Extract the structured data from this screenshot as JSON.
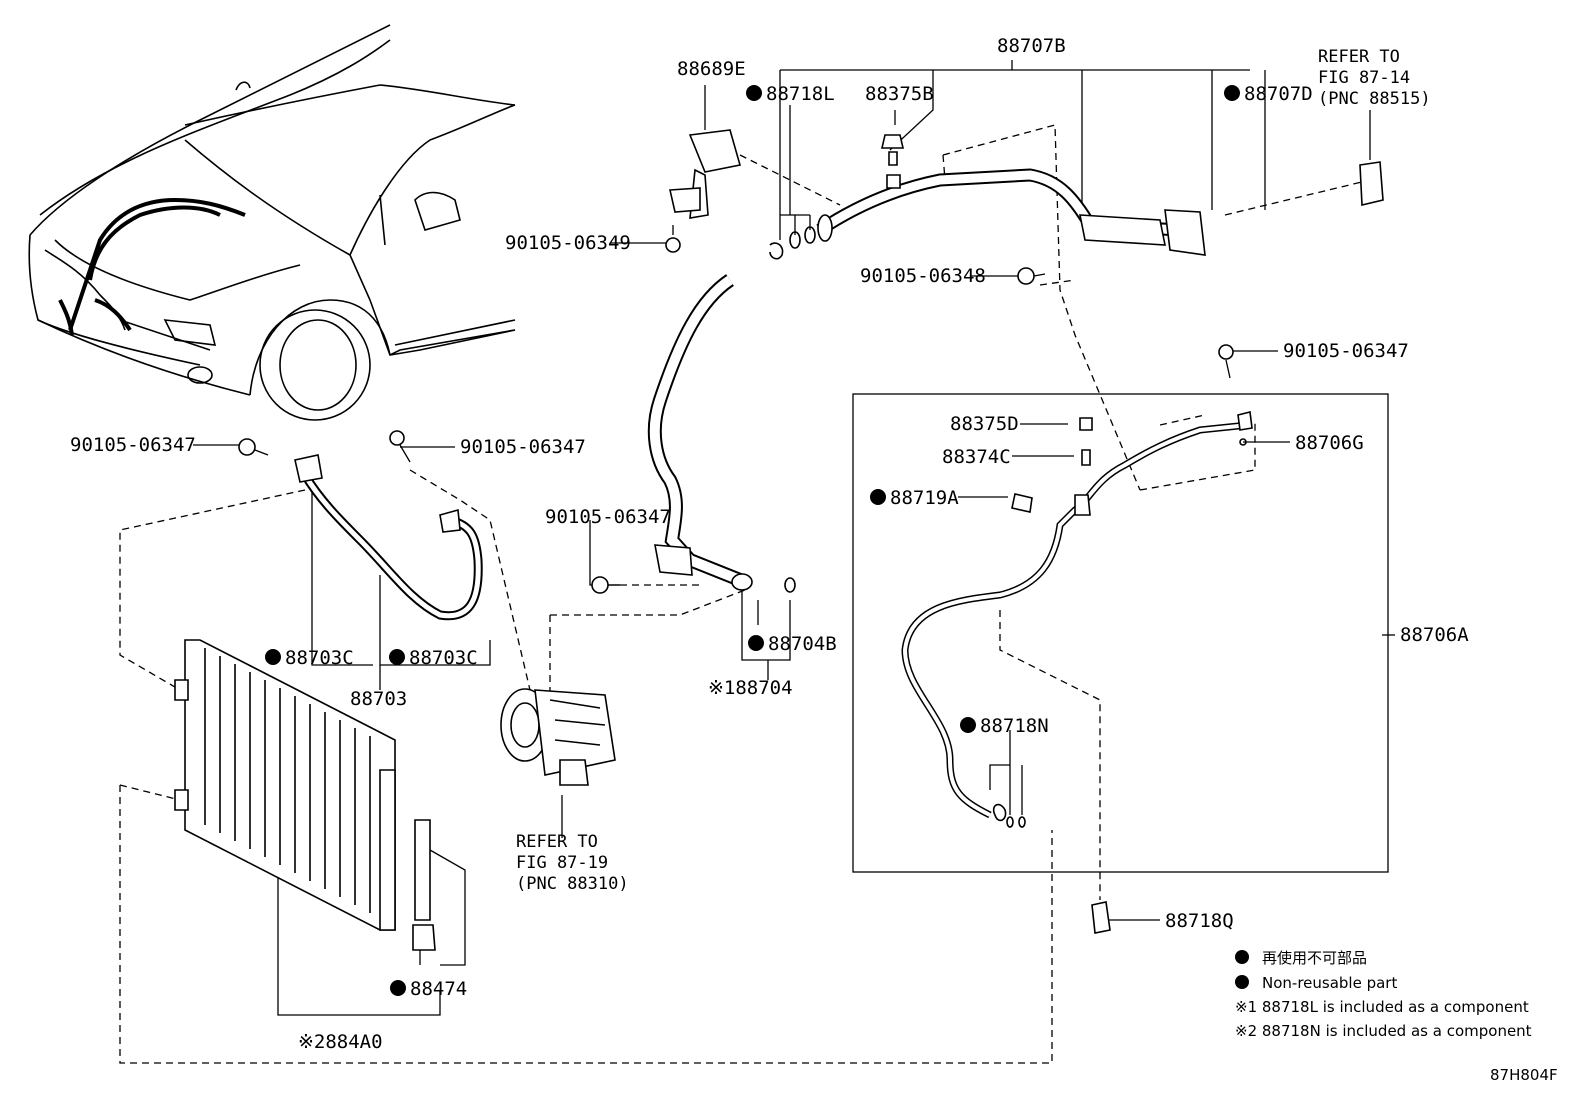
{
  "labels": {
    "l_88707B": "88707B",
    "l_88689E": "88689E",
    "l_88718L": "88718L",
    "l_88375B": "88375B",
    "l_88707D": "88707D",
    "l_refer_fig_87_14": "REFER TO\nFIG 87-14\n(PNC 88515)",
    "l_90105_06349": "90105-06349",
    "l_90105_06348": "90105-06348",
    "l_90105_06347_right": "90105-06347",
    "l_88375D": "88375D",
    "l_88374C": "88374C",
    "l_88719A": "88719A",
    "l_88706G": "88706G",
    "l_88706A": "88706A",
    "l_88718N": "88718N",
    "l_88718Q": "88718Q",
    "l_90105_06347_left": "90105-06347",
    "l_90105_06347_mid": "90105-06347",
    "l_90105_06347_center": "90105-06347",
    "l_88703C_a": "88703C",
    "l_88703C_b": "88703C",
    "l_88703": "88703",
    "l_88704B": "88704B",
    "l_88704": "※188704",
    "l_refer_fig_87_19": "REFER TO\nFIG 87-19\n(PNC 88310)",
    "l_88474": "88474",
    "l_884A0": "※2884A0"
  },
  "legend": {
    "nonreusable_jp": "再使用不可部品",
    "nonreusable_en": "Non-reusable part",
    "note1": "※1 88718L is included as a component",
    "note2": "※2 88718N is included as a component"
  },
  "figure_code": "87H804F"
}
